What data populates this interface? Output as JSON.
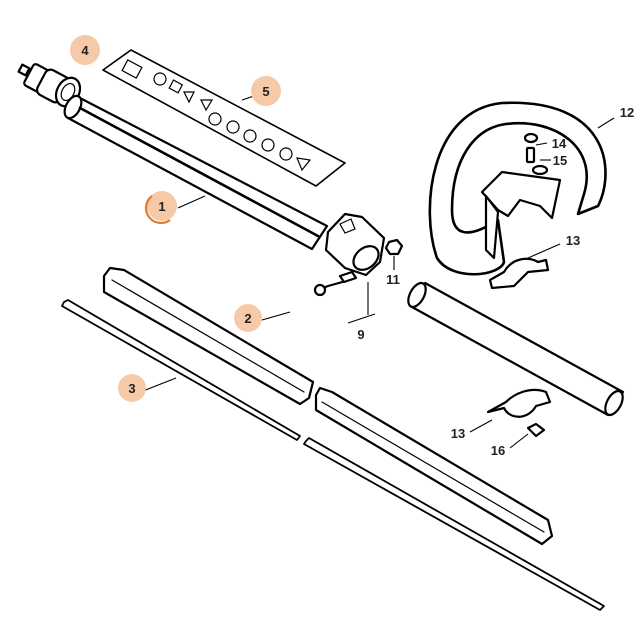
{
  "colors": {
    "line": "#000000",
    "highlight": "#f6c9a9",
    "highlight_ring": "#e07b2e",
    "label_text": "#222222",
    "background": "#ffffff"
  },
  "callouts": [
    {
      "id": "p1",
      "label": "1",
      "highlighted": true,
      "ring": true
    },
    {
      "id": "p2",
      "label": "2",
      "highlighted": true,
      "ring": false
    },
    {
      "id": "p3",
      "label": "3",
      "highlighted": true,
      "ring": false
    },
    {
      "id": "p4",
      "label": "4",
      "highlighted": true,
      "ring": false
    },
    {
      "id": "p5",
      "label": "5",
      "highlighted": true,
      "ring": false
    },
    {
      "id": "p9",
      "label": "9",
      "highlighted": false
    },
    {
      "id": "p11",
      "label": "11",
      "highlighted": false
    },
    {
      "id": "p12",
      "label": "12",
      "highlighted": false
    },
    {
      "id": "p13a",
      "label": "13",
      "highlighted": false
    },
    {
      "id": "p13b",
      "label": "13",
      "highlighted": false
    },
    {
      "id": "p14",
      "label": "14",
      "highlighted": false
    },
    {
      "id": "p15",
      "label": "15",
      "highlighted": false
    },
    {
      "id": "p16",
      "label": "16",
      "highlighted": false
    }
  ]
}
